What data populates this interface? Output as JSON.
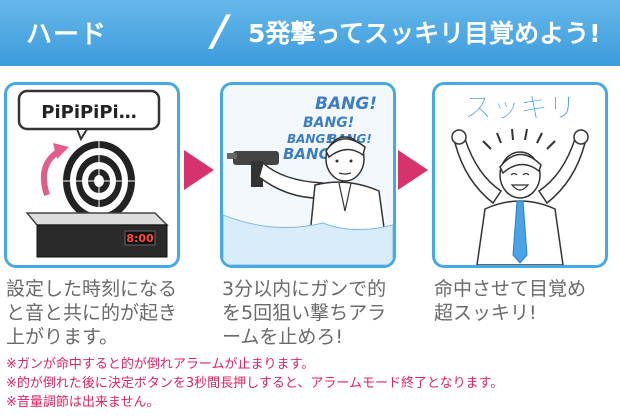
{
  "banner": {
    "left": "ハード",
    "separator": "/",
    "right": "5発撃ってスッキリ目覚めよう!"
  },
  "panel1": {
    "bubble": "PiPiPiPi…",
    "clock_display": "8:00"
  },
  "panel2": {
    "bang_labels": [
      "BANG!",
      "BANG!",
      "BANG!",
      "BANG!",
      "BANG!"
    ]
  },
  "panel3": {
    "heading": "スッキリ"
  },
  "captions": {
    "step1": [
      "設定した時刻になる",
      "と音と共に的が起き",
      "上がります。"
    ],
    "step2": [
      "3分以内にガンで的",
      "を5回狙い撃ちアラ",
      "ームを止めろ!"
    ],
    "step3": [
      "命中させて目覚め",
      "超スッキリ!"
    ]
  },
  "notes": [
    "※ガンが命中すると的が倒れアラームが止まります。",
    "※的が倒れた後に決定ボタンを3秒間長押しすると、アラームモード終了となります。",
    "※音量調節は出来ません。"
  ],
  "colors": {
    "banner": "#3c9bdc",
    "panel_border": "#46a9e6",
    "arrow": "#d6336c",
    "notes": "#e0245e",
    "caption": "#6a6a6a"
  }
}
